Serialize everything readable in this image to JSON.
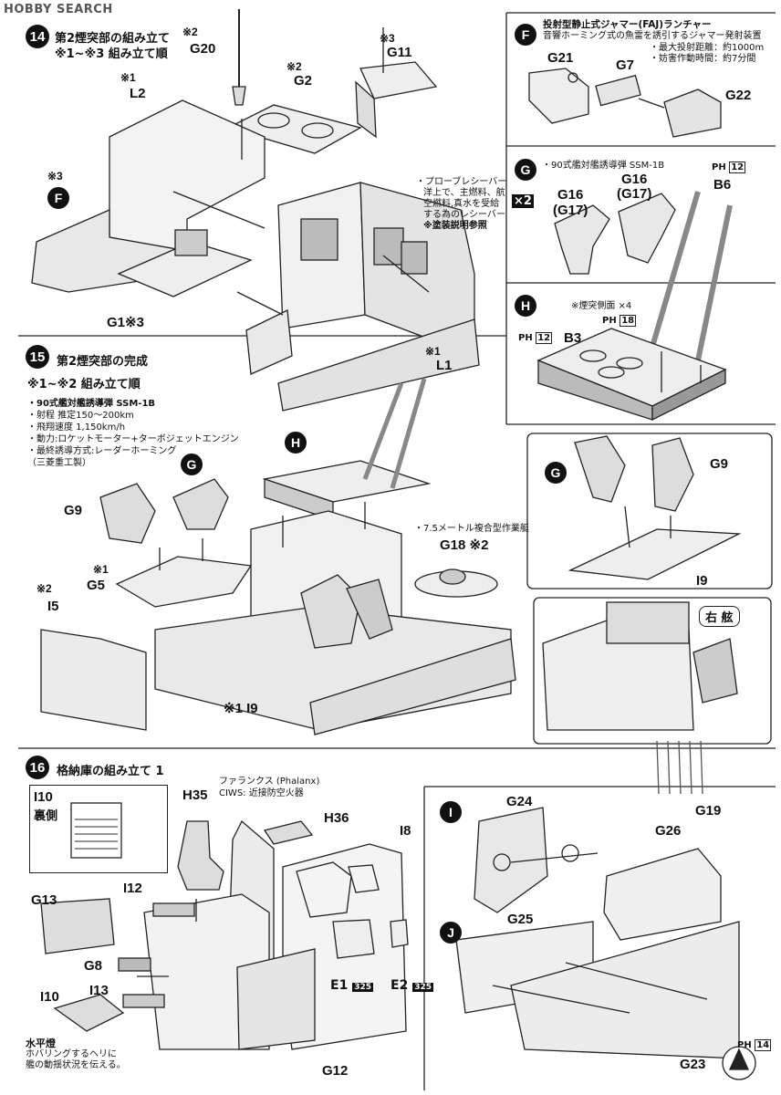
{
  "watermark": "HOBBY SEARCH",
  "step14": {
    "number": "14",
    "title": "第2煙突部の組み立て",
    "subtitle": "※1~※3 組み立て順",
    "labels": {
      "g20a": "※2",
      "g20": "G20",
      "g2a": "※2",
      "g2": "G2",
      "g11a": "※3",
      "g11": "G11",
      "l2a": "※1",
      "l2": "L2",
      "fa": "※3",
      "f": "F",
      "g1": "G1※3",
      "l1a": "※1",
      "l1": "L1"
    },
    "note": [
      "・プローブレシーバー",
      "洋上で、主燃料、航",
      "空燃料,真水を受給",
      "する為のレシーバー"
    ],
    "note_ref": "※塗装説明参照"
  },
  "section_f": {
    "letter": "F",
    "title": "投射型静止式ジャマー(FAJ)ランチャー",
    "desc": [
      "音響ホーミング式の魚雷を誘引するジャマー発射装置",
      "・最大投射距離：約1000m",
      "・妨害作動時間：約7分間"
    ],
    "labels": {
      "g21": "G21",
      "g7": "G7",
      "g22": "G22"
    }
  },
  "section_g": {
    "letter": "G",
    "title": "・90式艦対艦誘導弾 SSM-1B",
    "mult": "×2",
    "labels": {
      "g16a": "G16",
      "g17a": "(G17)",
      "g16b": "G16",
      "g17b": "(G17)",
      "ph": "PH",
      "ph_n": "12",
      "b6": "B6"
    }
  },
  "section_h": {
    "letter": "H",
    "note": "※煙突側面 ×4",
    "labels": {
      "ph1": "PH",
      "ph1_n": "18",
      "ph2": "PH",
      "ph2_n": "12",
      "b3": "B3"
    }
  },
  "step15": {
    "number": "15",
    "title": "第2煙突部の完成",
    "subtitle": "※1~※2 組み立て順",
    "bullets": [
      "・90式艦対艦誘導弾 SSM-1B",
      "・射程 推定150〜200km",
      "・飛翔速度 1,150km/h",
      "・動力:ロケットモーター+ターボジェットエンジン",
      "・最終誘導方式:レーダーホーミング",
      "（三菱重工製）"
    ],
    "labels": {
      "h": "H",
      "g": "G",
      "g9": "G9",
      "g5a": "※1",
      "g5": "G5",
      "i5a": "※2",
      "i5": "I5",
      "i9": "※1 I9",
      "boat_note": "・7.5メートル複合型作業艇",
      "g18": "G18 ※2"
    }
  },
  "inset_g9": {
    "labels": {
      "g": "G",
      "g9": "G9",
      "i9": "I9"
    }
  },
  "inset_starboard": {
    "callout": "右 舷",
    "labels": {
      "g19": "G19"
    }
  },
  "step16": {
    "number": "16",
    "title": "格納庫の組み立て 1",
    "inset_title": [
      "I10",
      "裏側"
    ],
    "phalanx": [
      "ファランクス (Phalanx)",
      "CIWS: 近接防空火器"
    ],
    "labels": {
      "h35": "H35",
      "h36": "H36",
      "i8": "I8",
      "i12": "I12",
      "g13": "G13",
      "g8": "G8",
      "i13": "I13",
      "i10": "I10",
      "e1": "E1",
      "e1_n": "325",
      "e2": "E2",
      "e2_n": "325",
      "g12": "G12"
    },
    "beacon": [
      "水平燈",
      "ホバリングするヘリに",
      "艦の動揺状況を伝える。"
    ]
  },
  "section_i": {
    "letter": "I",
    "labels": {
      "g24": "G24",
      "g26": "G26"
    }
  },
  "section_j": {
    "letter": "J",
    "labels": {
      "g25": "G25",
      "g23": "G23",
      "ph": "PH",
      "ph_n": "14"
    }
  }
}
